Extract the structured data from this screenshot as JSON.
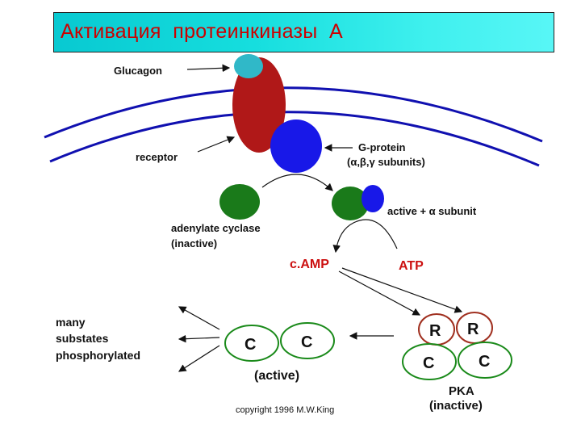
{
  "title": "Активация  протеинкиназы  А",
  "labels": {
    "glucagon": "Glucagon",
    "receptor": "receptor",
    "g_protein": "G-protein",
    "g_protein_subunits": "(α,β,γ subunits)",
    "active_alpha": "active + α subunit",
    "adenylate_cyclase": "adenylate cyclase",
    "inactive_paren": "(inactive)",
    "camp": "c.AMP",
    "atp": "ATP",
    "many": "many",
    "substates": "substates",
    "phosphorylated": "phosphorylated",
    "active_paren": "(active)",
    "pka": "PKA",
    "pka_inactive": "(inactive)",
    "copyright": "copyright 1996 M.W.King",
    "subunit_c": "C",
    "subunit_r": "R"
  },
  "colors": {
    "title_text": "#cc0000",
    "membrane": "#1010b0",
    "receptor_red": "#b01818",
    "glucagon_cyan": "#30b8c8",
    "g_protein_blue": "#1818e8",
    "cyclase_green": "#1a7a1a",
    "camp_red": "#cc1010",
    "c_ring_green": "#1a8a1a",
    "r_ring_brown": "#a03020"
  }
}
